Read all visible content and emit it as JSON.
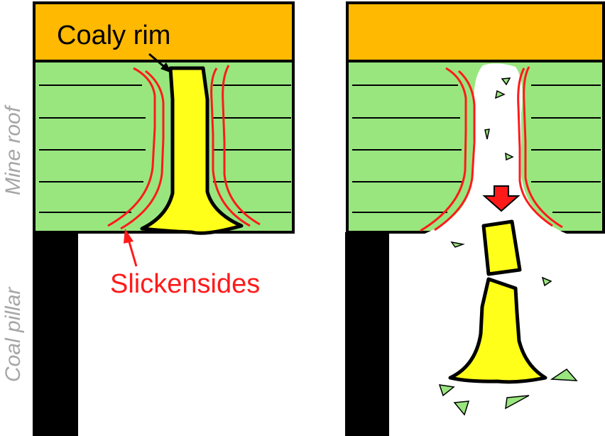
{
  "labels": {
    "coaly_rim": "Coaly rim",
    "slickensides": "Slickensides",
    "mine_roof": "Mine roof",
    "coal_pillar": "Coal pillar"
  },
  "colors": {
    "overburden": "#ffb900",
    "roof_strata": "#99e67f",
    "stump": "#ffff1a",
    "slickenside": "#ff1a1a",
    "pillar": "#000000",
    "side_label": "#a6a6a6",
    "arrow": "#ff1a1a"
  },
  "icons": {
    "down_arrow": "red-down-arrow-icon"
  }
}
